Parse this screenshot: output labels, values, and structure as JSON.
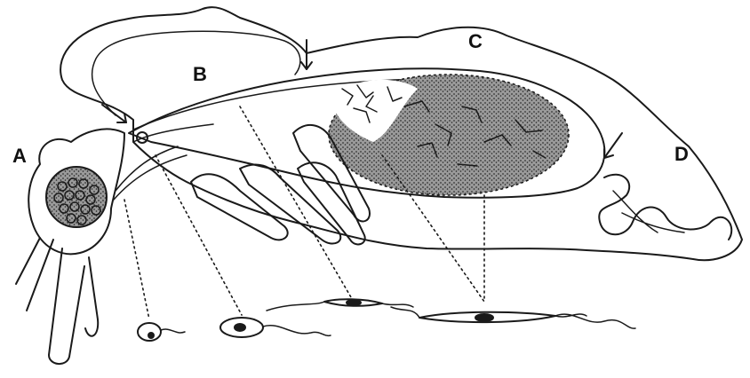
{
  "labels": {
    "a": "A",
    "b": "B",
    "c": "C",
    "d": "D"
  },
  "colors": {
    "ink": "#1a1a1a",
    "background": "#ffffff",
    "stipple": "#4a4a4a"
  }
}
